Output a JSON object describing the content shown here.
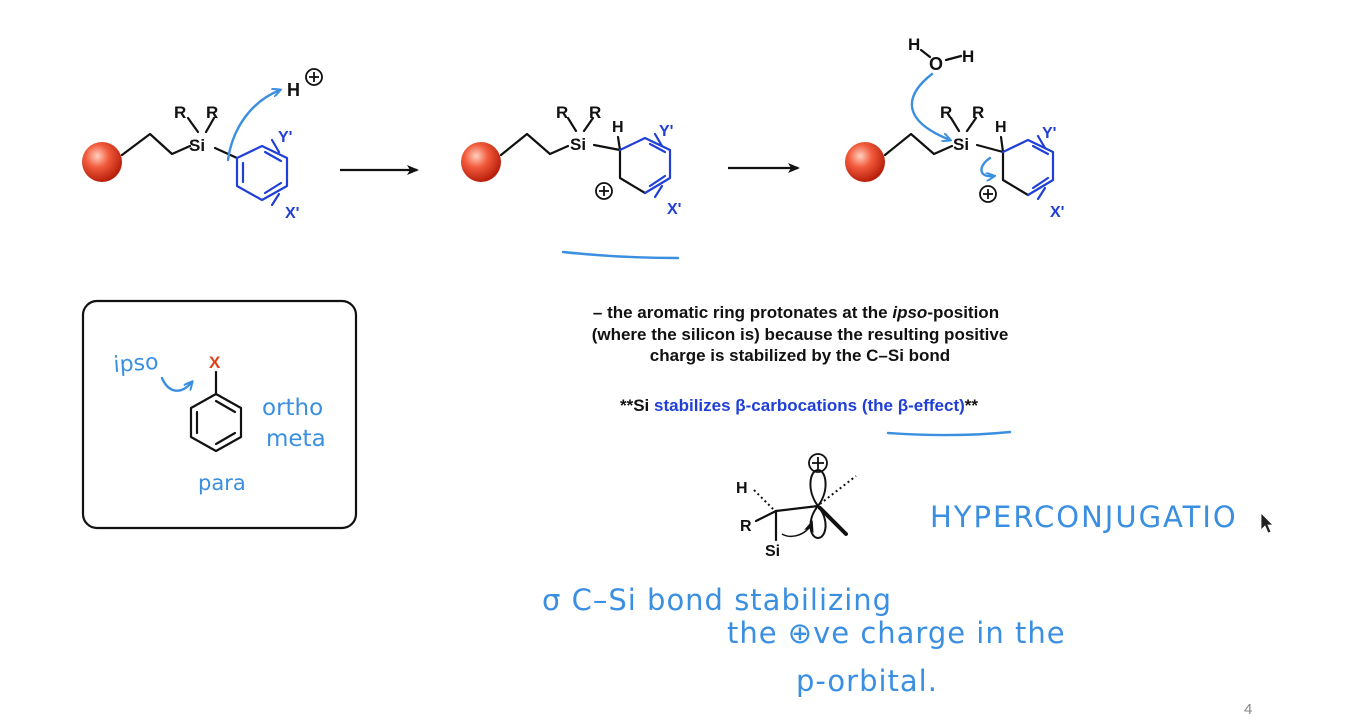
{
  "structures": {
    "r": "R",
    "si": "Si",
    "h": "H",
    "o": "O",
    "h_plus": "H",
    "y_prime": "Y'",
    "x_prime": "X'",
    "x": "X",
    "plus": "+"
  },
  "text_block": {
    "line1_a": "– the aromatic ring protonates at the ",
    "line1_ipso": "ipso",
    "line1_b": "-position",
    "line2": "(where the silicon is) because the resulting positive",
    "line3": "charge is stabilized by the C–Si bond",
    "beta_prefix": "**Si ",
    "beta_main": "stabilizes β-carbocations (the β-effect)",
    "beta_suffix": "**"
  },
  "annotations": {
    "ipso": "ipso",
    "ortho": "ortho",
    "meta": "meta",
    "para": "para",
    "hyperconjugation": "HYPERCONJUGATIO",
    "sigma_line": "σ C–Si  bond  stabilizing",
    "charge_line": "the ⊕ve  charge  in  the",
    "orbital_line": "p-orbital."
  },
  "page_number": "4",
  "colors": {
    "ink_blue": "#3b8fe0",
    "ring_blue": "#1f3fd6",
    "bead_red": "#e8462a",
    "x_red": "#e0401a"
  }
}
